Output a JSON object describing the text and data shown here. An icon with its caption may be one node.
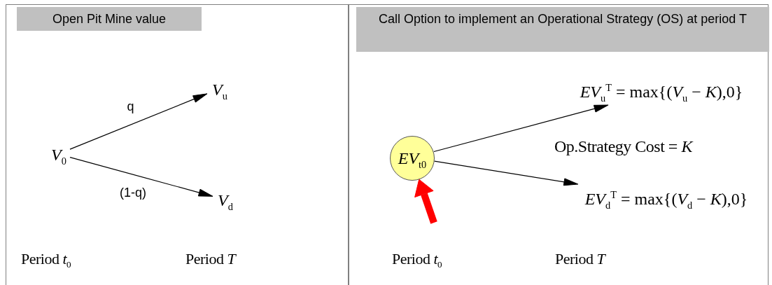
{
  "diagram": {
    "nodes": [
      {
        "text": [
          "Open Pit Mine value"
        ]
      },
      {
        "text": [
          "*V*$_{0}$"
        ],
        "in": 0
      },
      {
        "text": [
          "*V*$_{u}$"
        ],
        "in": 0
      },
      {
        "text": [
          "*V*$_{d}$"
        ],
        "in": 0
      },
      {
        "text": [
          "Call Option to implement an Operational Strategy (OS) at period T"
        ]
      },
      {
        "text": [
          "*EV*$_{t0}$"
        ],
        "in": 4
      },
      {
        "text": [
          "*EV*$_{u}$$^{T}$ = max{(*V*$_{u}$ − *K*),0}"
        ],
        "in": 4
      },
      {
        "text": [
          "*EV*$_{d}$$^{T}$ = max{(*V*$_{d}$ − *K*),0}"
        ],
        "in": 4
      }
    ],
    "edges": [
      {
        "from": 1,
        "to": 2,
        "arrow": "to",
        "label": "q"
      },
      {
        "from": 1,
        "to": 3,
        "arrow": "to",
        "label": "(1-q)"
      },
      {
        "from": 5,
        "to": 6,
        "arrow": "to"
      },
      {
        "from": 5,
        "to": 7,
        "arrow": "to"
      },
      {
        "from": null,
        "to": 5,
        "arrow": "to",
        "style": "thick",
        "color": "#ff0000"
      }
    ],
    "labels": [
      "Period *t*$_{0}$",
      "Period *T*",
      "Op.Strategy Cost = *K*",
      "Period *t*$_{0}$",
      "Period *T*"
    ]
  }
}
